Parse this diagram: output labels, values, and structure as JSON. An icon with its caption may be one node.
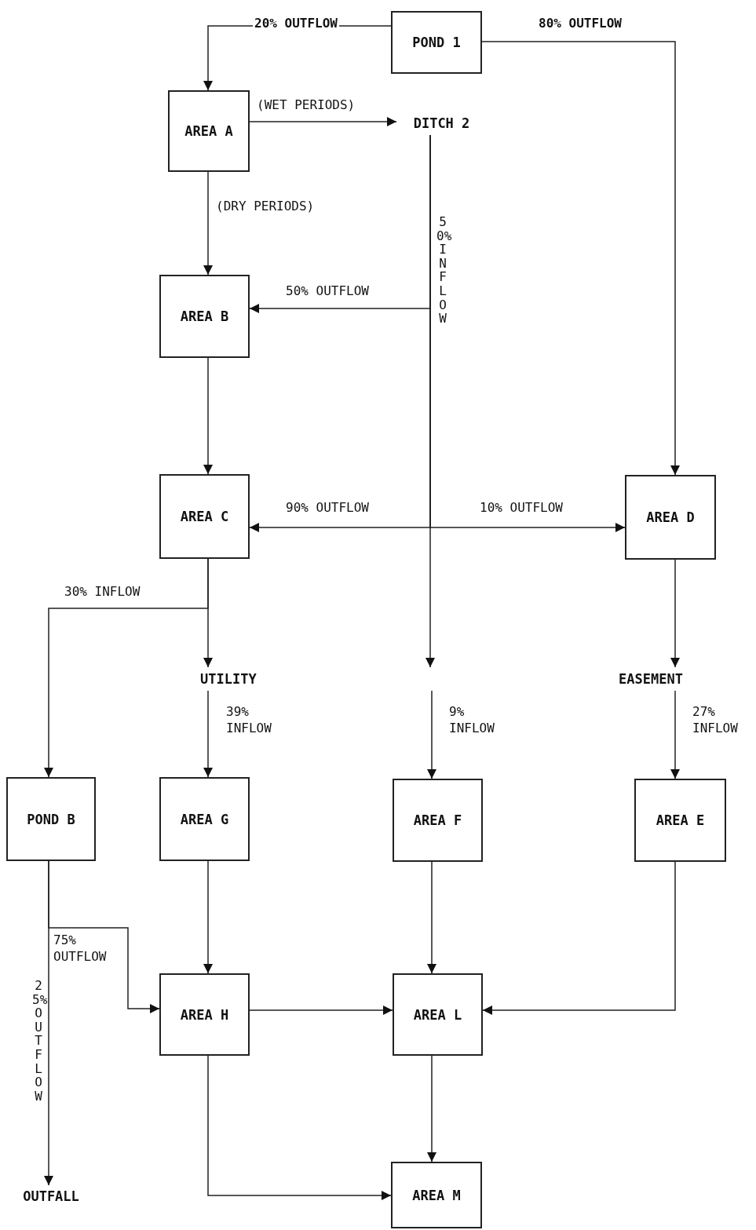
{
  "diagram": {
    "nodes": [
      {
        "text": [
          "POND 1"
        ]
      },
      {
        "text": [
          "AREA A"
        ]
      },
      {
        "text": [
          "DITCH 2"
        ]
      },
      {
        "text": [
          "AREA B"
        ]
      },
      {
        "text": [
          "AREA C"
        ]
      },
      {
        "text": [
          "AREA D"
        ]
      },
      {
        "text": [
          "UTILITY EASEMENT"
        ]
      },
      {
        "text": [
          "POND B"
        ]
      },
      {
        "text": [
          "AREA G"
        ]
      },
      {
        "text": [
          "AREA F"
        ]
      },
      {
        "text": [
          "AREA E"
        ]
      },
      {
        "text": [
          "AREA H"
        ]
      },
      {
        "text": [
          "AREA L"
        ]
      },
      {
        "text": [
          "OUTFALL"
        ]
      },
      {
        "text": [
          "AREA M"
        ]
      }
    ],
    "edges": [
      {
        "from": 0,
        "to": 1,
        "arrow": "to",
        "label": "20% OUTFLOW"
      },
      {
        "from": 0,
        "to": 5,
        "arrow": "to",
        "label": "80% OUTFLOW"
      },
      {
        "from": 1,
        "to": 2,
        "arrow": "to",
        "label": "(WET PERIODS)"
      },
      {
        "from": 1,
        "to": 3,
        "arrow": "to",
        "label": "(DRY PERIODS)"
      },
      {
        "from": 2,
        "to": 6,
        "arrow": "to",
        "label": "50% INFLOW"
      },
      {
        "from": 2,
        "to": 3,
        "arrow": "to",
        "label": "50% OUTFLOW"
      },
      {
        "from": 2,
        "to": 4,
        "arrow": "to",
        "label": "90% OUTFLOW"
      },
      {
        "from": 2,
        "to": 5,
        "arrow": "to",
        "label": "10% OUTFLOW"
      },
      {
        "from": 3,
        "to": 4,
        "arrow": "to"
      },
      {
        "from": 4,
        "to": 6,
        "arrow": "to"
      },
      {
        "from": 4,
        "to": 7,
        "arrow": "to",
        "label": "30% INFLOW"
      },
      {
        "from": 5,
        "to": 6,
        "arrow": "to"
      },
      {
        "from": 6,
        "to": 8,
        "arrow": "to",
        "label": "39% INFLOW"
      },
      {
        "from": 6,
        "to": 9,
        "arrow": "to",
        "label": "9% INFLOW"
      },
      {
        "from": 6,
        "to": 10,
        "arrow": "to",
        "label": "27% INFLOW"
      },
      {
        "from": 7,
        "to": 11,
        "arrow": "to",
        "label": "75% OUTFLOW"
      },
      {
        "from": 7,
        "to": 13,
        "arrow": "to",
        "label": "25% OUTFLOW"
      },
      {
        "from": 8,
        "to": 11,
        "arrow": "to"
      },
      {
        "from": 9,
        "to": 12,
        "arrow": "to"
      },
      {
        "from": 10,
        "to": 12,
        "arrow": "to"
      },
      {
        "from": 11,
        "to": 12,
        "arrow": "to"
      },
      {
        "from": 11,
        "to": 14,
        "arrow": "to"
      },
      {
        "from": 12,
        "to": 14,
        "arrow": "to"
      }
    ]
  }
}
